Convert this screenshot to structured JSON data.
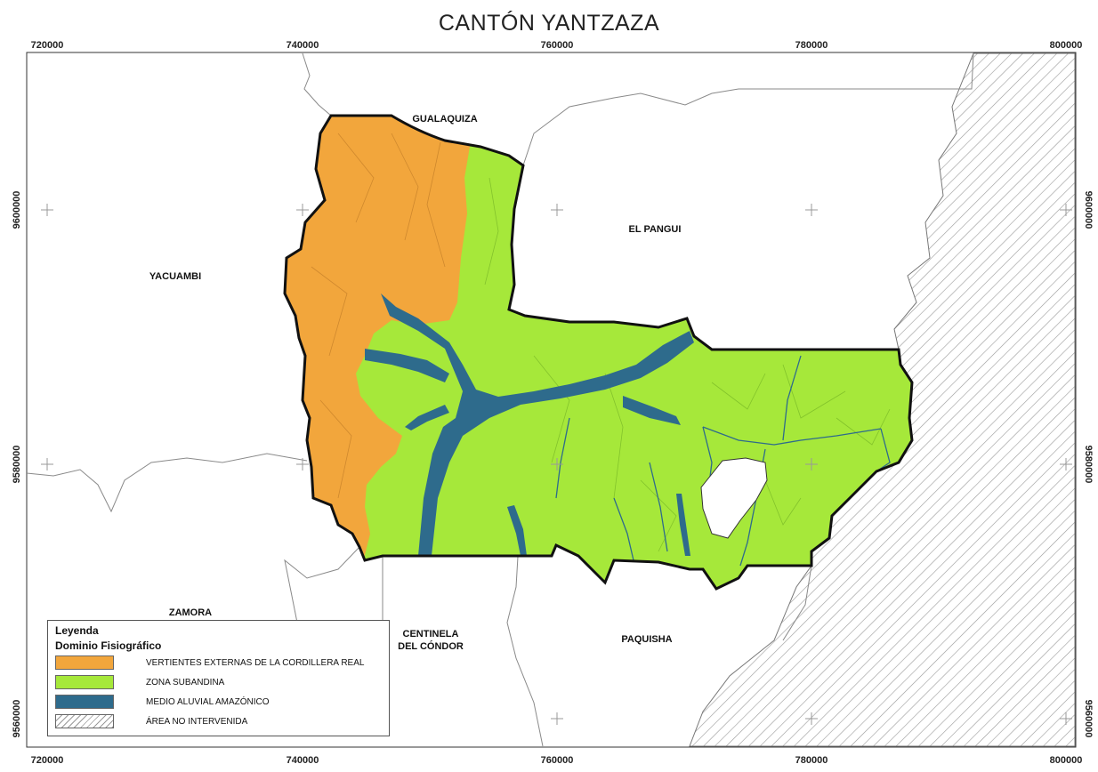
{
  "map": {
    "title": "CANTÓN YANTZAZA",
    "x_ticks": [
      "720000",
      "740000",
      "760000",
      "780000",
      "800000"
    ],
    "y_ticks": [
      "9600000",
      "9580000",
      "9560000"
    ],
    "places": {
      "gualaquiza": "GUALAQUIZA",
      "el_pangui": "EL PANGUI",
      "yacuambi": "YACUAMBI",
      "zamora": "ZAMORA",
      "centinela_1": "CENTINELA",
      "centinela_2": "DEL CÓNDOR",
      "paquisha": "PAQUISHA"
    },
    "colors": {
      "vertientes": "#F2A63C",
      "subandina": "#A6E83A",
      "aluvial": "#2E6B8C",
      "boundary": "#111111",
      "neighbor_lines": "#888888"
    }
  },
  "legend": {
    "title": "Leyenda",
    "subtitle": "Dominio Fisiográfico",
    "items": [
      {
        "label": "VERTIENTES EXTERNAS DE LA CORDILLERA REAL",
        "swatch": "orange"
      },
      {
        "label": "ZONA SUBANDINA",
        "swatch": "green"
      },
      {
        "label": "MEDIO ALUVIAL AMAZÓNICO",
        "swatch": "blue"
      },
      {
        "label": "ÁREA NO INTERVENIDA",
        "swatch": "hatch"
      }
    ]
  }
}
